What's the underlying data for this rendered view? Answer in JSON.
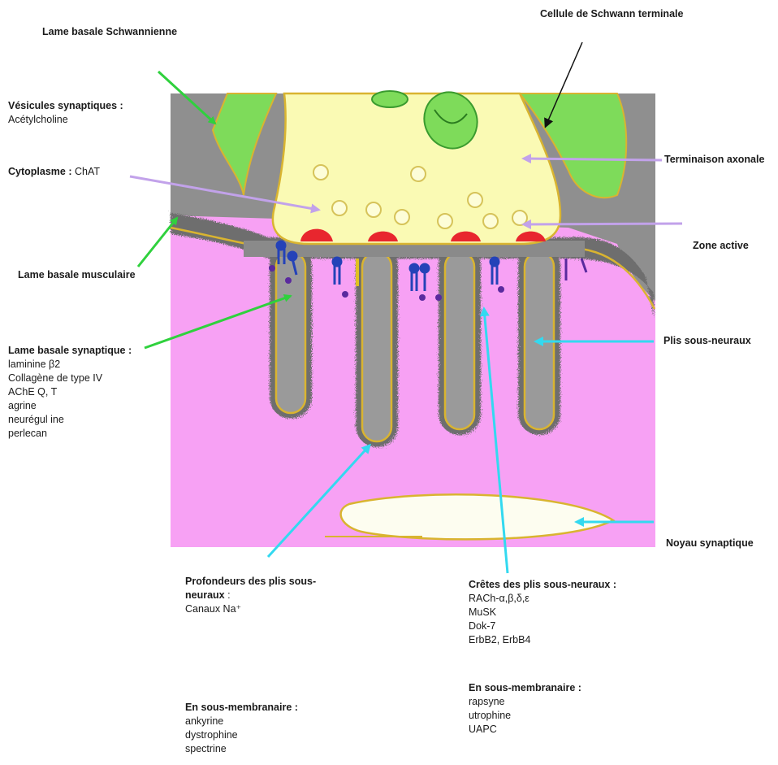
{
  "labels": {
    "schwann_basal_lamina": "Lame basale Schwannienne",
    "terminal_schwann_cell": "Cellule de Schwann terminale",
    "synaptic_vesicles": {
      "title": "Vésicules synaptiques :",
      "items": [
        "Acétylcholine"
      ]
    },
    "cytoplasm": {
      "title": "Cytoplasme :",
      "value": "ChAT"
    },
    "axon_terminal": "Terminaison axonale",
    "active_zone": "Zone active",
    "muscle_basal_lamina": "Lame basale musculaire",
    "synaptic_basal_lamina": {
      "title": "Lame basale synaptique :",
      "items": [
        "laminine β2",
        "Collagène de  type IV",
        "AChE Q, T",
        "agrine",
        "neurégul ine",
        "perlecan"
      ]
    },
    "subneural_folds": "Plis sous-neuraux",
    "synaptic_nucleus": "Noyau synaptique",
    "fold_depths": {
      "title": "Profondeurs des plis sous-neuraux",
      "suffix": " :",
      "items": [
        "Canaux Na⁺"
      ]
    },
    "fold_crests": {
      "title": "Crêtes des plis sous-neuraux :",
      "items": [
        "RACh-α,β,δ,ε",
        "MuSK",
        "Dok-7",
        "ErbB2, ErbB4"
      ]
    },
    "submembrane_left": {
      "title": "En sous-membranaire :",
      "items": [
        "ankyrine",
        "dystrophine",
        "spectrine"
      ]
    },
    "submembrane_right": {
      "title": "En sous-membranaire :",
      "items": [
        "rapsyne",
        "utrophine",
        "UAPC"
      ]
    }
  },
  "colors": {
    "muscle": "#f7a1f4",
    "gray_cleft": "#8f8f8f",
    "axon": "#fafab4",
    "schwann": "#7edb5a",
    "membrane_outline": "#d9b430",
    "active_zone": "#e8262e",
    "receptor": "#2442b8",
    "arrow_green": "#2fd13d",
    "arrow_lilac": "#c2a2ea",
    "arrow_cyan": "#33d9f0",
    "arrow_black": "#111111"
  }
}
